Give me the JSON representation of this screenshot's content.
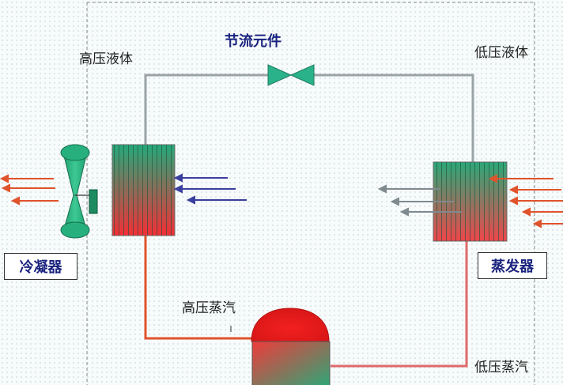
{
  "labels": {
    "throttle": "节流元件",
    "high_pressure_liquid": "高压液体",
    "low_pressure_liquid": "低压液体",
    "high_pressure_vapor": "高压蒸汽",
    "low_pressure_vapor": "低压蒸汽",
    "condenser": "冷凝器",
    "evaporator": "蒸发器"
  },
  "colors": {
    "pipe_liquid": "#9aa3a6",
    "pipe_vapor_high": "#e0532c",
    "pipe_vapor_low": "#e06a6a",
    "arrow_hot": "#e0532c",
    "arrow_cool": "#3a3f9e",
    "arrow_gray": "#7f8a8f",
    "coil_green": "#2aa878",
    "coil_red": "#f23a3a",
    "valve": "#2ab38a",
    "title_text": "#1a237e"
  }
}
